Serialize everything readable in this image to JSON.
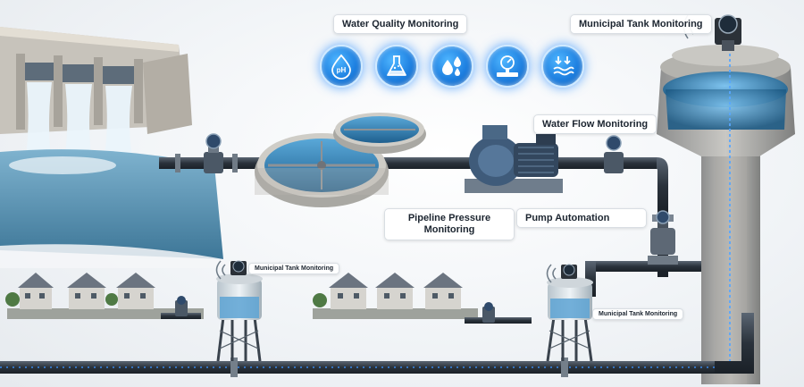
{
  "labels": {
    "water_quality": "Water Quality Monitoring",
    "municipal_tank_top": "Municipal Tank Monitoring",
    "water_flow": "Water Flow Monitoring",
    "pipeline_pressure": "Pipeline Pressure Monitoring",
    "pump_automation": "Pump Automation",
    "municipal_tank_left": "Municipal Tank Monitoring",
    "municipal_tank_right": "Municipal Tank Monitoring"
  },
  "icons": [
    "ph-icon",
    "flask-icon",
    "water-drops-icon",
    "pressure-gauge-icon",
    "flow-waves-icon"
  ],
  "ph_text": "pH",
  "colors": {
    "accent_blue": "#1d7fe0",
    "glow": "#4fb6ff",
    "pipe": "#2d3640"
  }
}
